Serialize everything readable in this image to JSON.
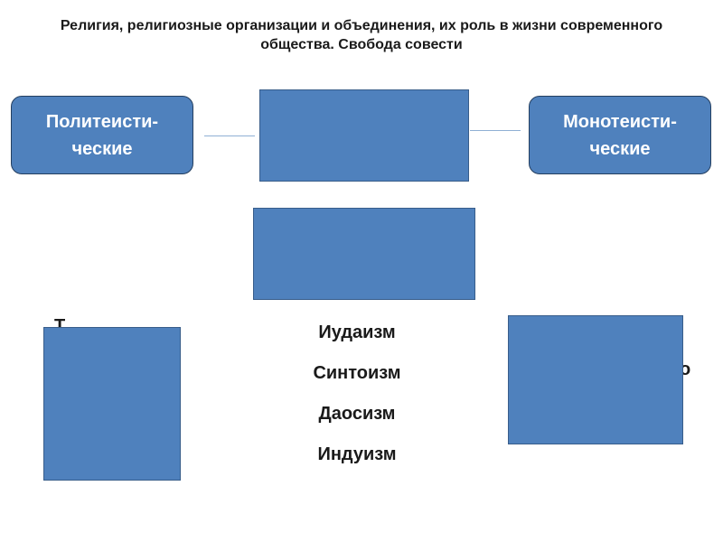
{
  "slide": {
    "title": "Религия, религиозные организации и объединения, их роль в жизни современного общества. Свобода совести"
  },
  "diagram": {
    "left_box_label": "Политеисти-\nческие",
    "right_box_label": "Монотеисти-\nческие",
    "religions": [
      "Иудаизм",
      "Синтоизм",
      "Даосизм",
      "Индуизм"
    ],
    "left_peek_text": "Т",
    "right_peek_text": "о"
  },
  "colors": {
    "box_fill": "#4f81bd",
    "box_border": "#385d8a",
    "connector": "#8fb0d4"
  }
}
